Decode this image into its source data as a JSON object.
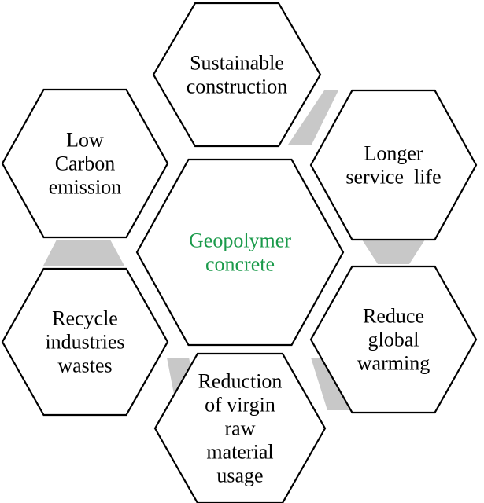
{
  "center": {
    "lines": [
      "Geopolymer",
      "concrete"
    ],
    "color": "#1a9a4a"
  },
  "nodes": [
    {
      "id": "sustainable-construction",
      "lines": [
        "Sustainable",
        "construction"
      ]
    },
    {
      "id": "longer-service-life",
      "lines": [
        "Longer",
        "service  life"
      ]
    },
    {
      "id": "reduce-global-warming",
      "lines": [
        "Reduce",
        "global",
        "warming"
      ]
    },
    {
      "id": "reduction-of-virgin-raw-material-usage",
      "lines": [
        "Reduction",
        "of virgin",
        "raw",
        "material",
        "usage"
      ]
    },
    {
      "id": "recycle-industries-wastes",
      "lines": [
        "Recycle",
        "industries",
        "wastes"
      ]
    },
    {
      "id": "low-carbon-emission",
      "lines": [
        "Low",
        "Carbon",
        "emission"
      ]
    }
  ],
  "colors": {
    "text": "#000000",
    "hex_stroke": "#000000",
    "hex_fill": "#ffffff",
    "connector": "#c8c8c8"
  }
}
